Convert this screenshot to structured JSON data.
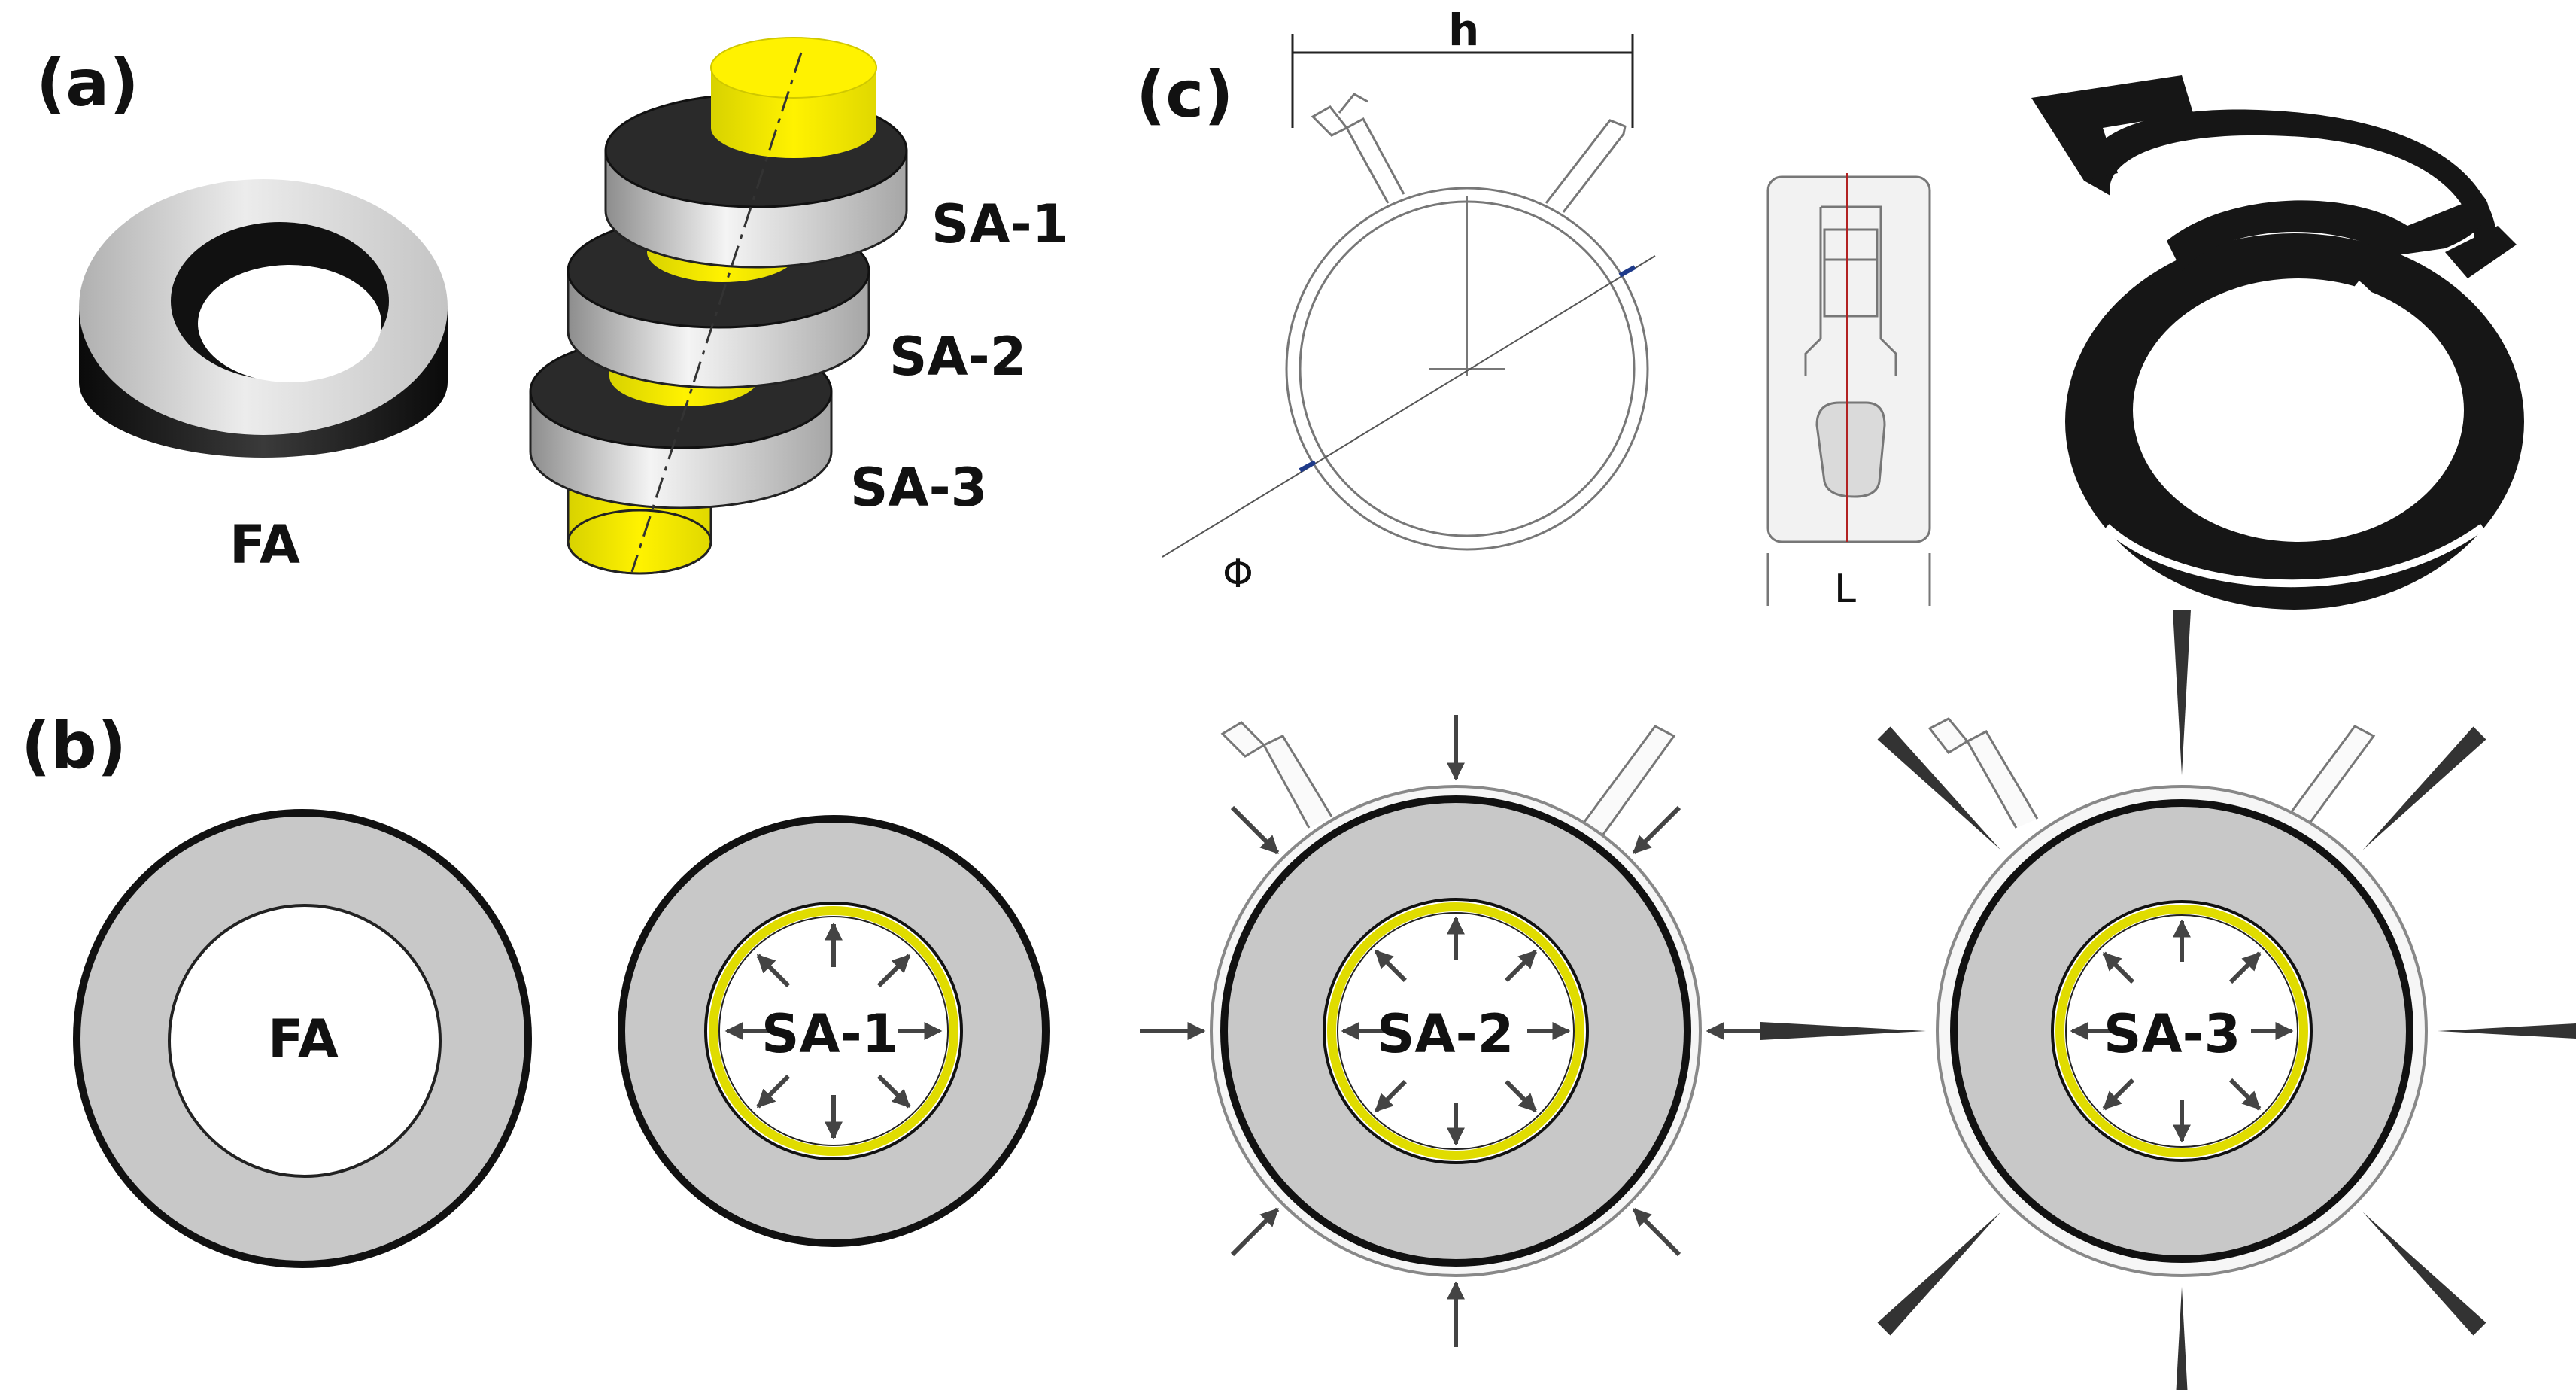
{
  "panels": {
    "a": "(a)",
    "b": "(b)",
    "c": "(c)"
  },
  "labels": {
    "fa_3d": "FA",
    "sa1_3d": "SA-1",
    "sa2_3d": "SA-2",
    "sa3_3d": "SA-3",
    "fa_section": "FA",
    "sa1_section": "SA-1",
    "sa2_section": "SA-2",
    "sa3_section": "SA-3"
  },
  "dimensions": {
    "height": "h",
    "diameter": "Φ",
    "length": "L"
  },
  "colors": {
    "grey_ring": "#c8c8c8",
    "dark_side": "#111111",
    "yellow_tube": "#f2ee00",
    "yellow_ring": "#d8d400",
    "arrow": "#444444",
    "clamp_black": "#161616"
  }
}
